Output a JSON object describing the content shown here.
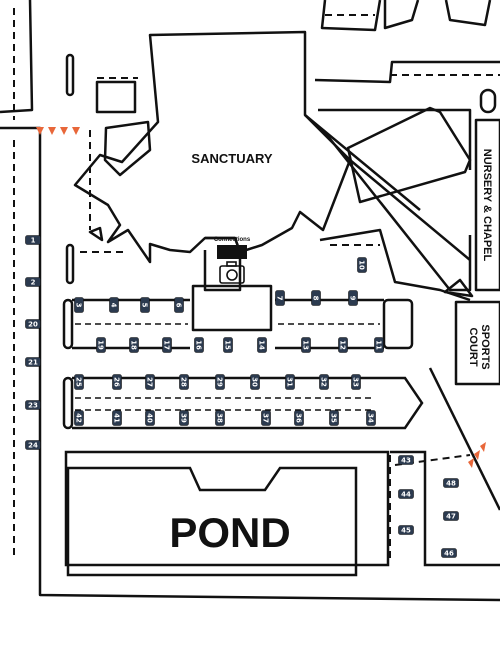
{
  "labels": {
    "sanctuary": "SANCTUARY",
    "connections": "Connections",
    "nursery": "NURSERY & CHAPEL",
    "sports_line1": "SPORTS",
    "sports_line2": "COURT",
    "pond": "POND"
  },
  "colors": {
    "line": "#111111",
    "vehicle": "#2b3a4f",
    "cone": "#e8673a"
  },
  "icons": {
    "camera": "camera-icon",
    "cone": "traffic-cone-icon"
  },
  "vehicle_numbers": {
    "left_column": [
      "1",
      "2",
      "20",
      "21",
      "23",
      "24"
    ],
    "row_a_top": [
      "3",
      "4",
      "5",
      "6",
      "7",
      "8",
      "9"
    ],
    "row_a_bottom": [
      "19",
      "18",
      "17",
      "16",
      "15",
      "14",
      "13",
      "12",
      "11"
    ],
    "row_b_top": [
      "25",
      "26",
      "27",
      "28",
      "29",
      "30",
      "31",
      "32",
      "33"
    ],
    "row_b_bottom": [
      "42",
      "41",
      "40",
      "39",
      "38",
      "37",
      "36",
      "35",
      "34"
    ],
    "right_lot": [
      "43",
      "44",
      "45",
      "46",
      "47",
      "48"
    ],
    "near_chapel": [
      "10"
    ]
  }
}
